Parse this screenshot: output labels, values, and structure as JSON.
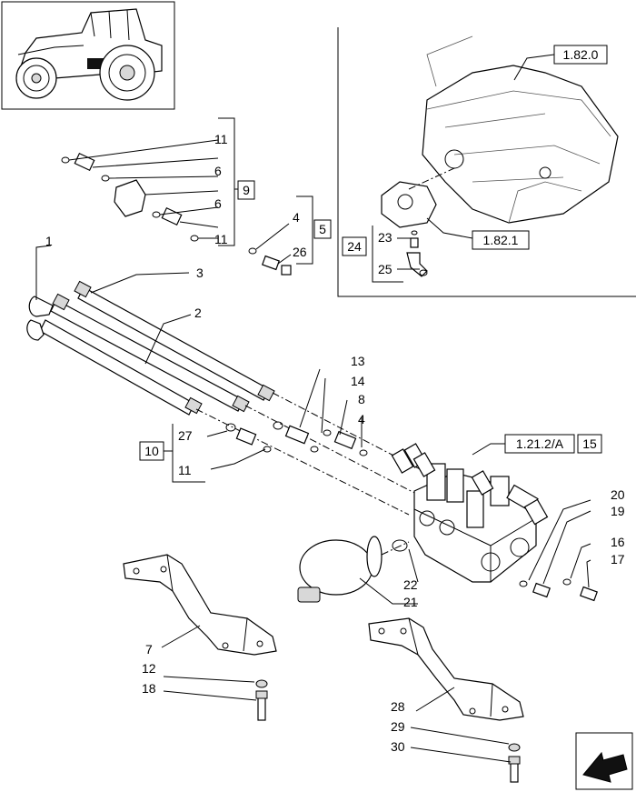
{
  "callouts": {
    "c1": "1",
    "c2": "2",
    "c3": "3",
    "c4a": "4",
    "c4b": "4",
    "c5": "5",
    "c6a": "6",
    "c6b": "6",
    "c7": "7",
    "c8": "8",
    "c9": "9",
    "c10": "10",
    "c11a": "11",
    "c11b": "11",
    "c11c": "11",
    "c12": "12",
    "c13": "13",
    "c14": "14",
    "c15": "15",
    "c16": "16",
    "c17": "17",
    "c18": "18",
    "c19": "19",
    "c20": "20",
    "c21": "21",
    "c22": "22",
    "c23": "23",
    "c24": "24",
    "c25": "25",
    "c26": "26",
    "c27": "27",
    "c28": "28",
    "c29": "29",
    "c30": "30"
  },
  "refs": {
    "r1820": "1.82.0",
    "r1821": "1.82.1",
    "r1212a": "1.21.2/A"
  },
  "icons": {
    "thumbnail": "tractor-thumbnail-icon",
    "navigation": "next-page-arrow-icon"
  }
}
